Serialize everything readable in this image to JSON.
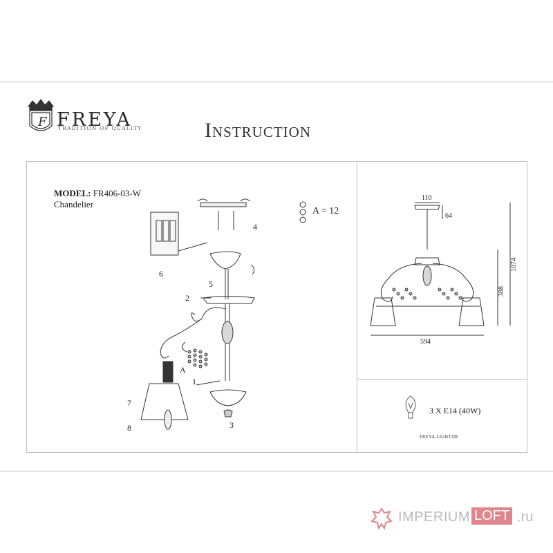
{
  "brand": {
    "name": "FREYA",
    "tagline": "TRADITION OF QUALITY",
    "monogram": "F"
  },
  "document": {
    "title": "Instruction"
  },
  "model": {
    "label": "MODEL:",
    "code": "FR406-03-W",
    "type": "Chandelier"
  },
  "assembly": {
    "callouts": [
      "1",
      "2",
      "3",
      "4",
      "5",
      "6",
      "7",
      "8"
    ],
    "part_a_label": "A",
    "part_a_count": "A = 12"
  },
  "dimensions": {
    "top_width": "110",
    "canopy_height": "64",
    "total_height": "1074",
    "body_height": "388",
    "width": "594"
  },
  "spec": {
    "lamps": "3 X E14 (40W)",
    "website": "FREYA-LIGHT.DE"
  },
  "watermark": {
    "name": "IMPERIUM",
    "highlight": "LOFT",
    "suffix": ".ru"
  }
}
